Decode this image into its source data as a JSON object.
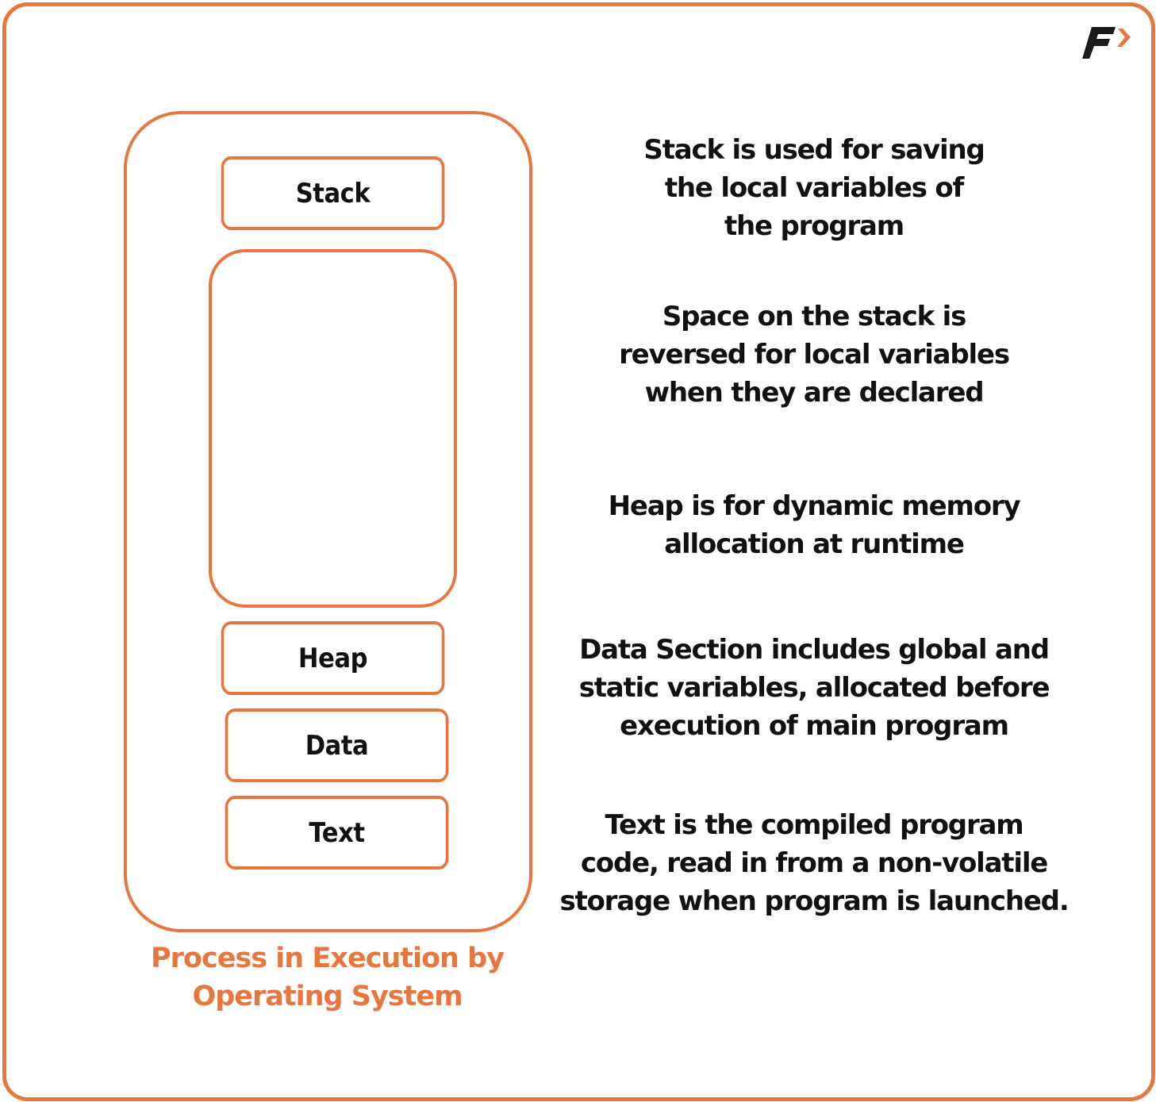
{
  "brand": {
    "logo_icon": "f-arrow-logo-icon",
    "accent_color": "#E8773F",
    "text_color": "#111111"
  },
  "diagram": {
    "title": "Process in Execution by\nOperating System",
    "title_lines": [
      "Process in Execution by",
      "Operating System"
    ],
    "segments": [
      {
        "label": "Stack"
      },
      {
        "label": ""
      },
      {
        "label": "Heap"
      },
      {
        "label": "Data"
      },
      {
        "label": "Text"
      }
    ]
  },
  "descriptions": [
    {
      "section": "Stack",
      "text": "Stack is used for saving\nthe local variables of\nthe program"
    },
    {
      "section": "Stack",
      "text": "Space on the stack is\nreversed for local variables\nwhen they are declared"
    },
    {
      "section": "Heap",
      "text": "Heap is for dynamic memory\nallocation at runtime"
    },
    {
      "section": "Data",
      "text": "Data Section includes global and\nstatic variables, allocated before\nexecution of main program"
    },
    {
      "section": "Text",
      "text": "Text is the compiled program\ncode, read in from a non-volatile\nstorage when program is launched."
    }
  ]
}
